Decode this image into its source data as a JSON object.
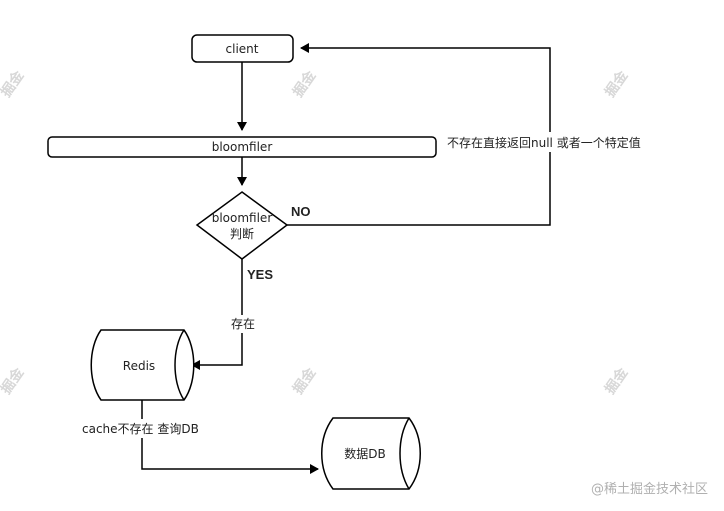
{
  "nodes": {
    "client": "client",
    "bloomfilter": "bloomfiler",
    "decision_line1": "bloomfiler",
    "decision_line2": "判断",
    "redis": "Redis",
    "db": "数据DB"
  },
  "edges": {
    "no_label": "NO",
    "yes_label": "YES",
    "exists_label": "存在",
    "return_label": "不存在直接返回null 或者一个特定值",
    "cache_miss_label": "cache不存在 查询DB"
  },
  "watermark": "掘金",
  "footer": "@稀土掘金技术社区"
}
